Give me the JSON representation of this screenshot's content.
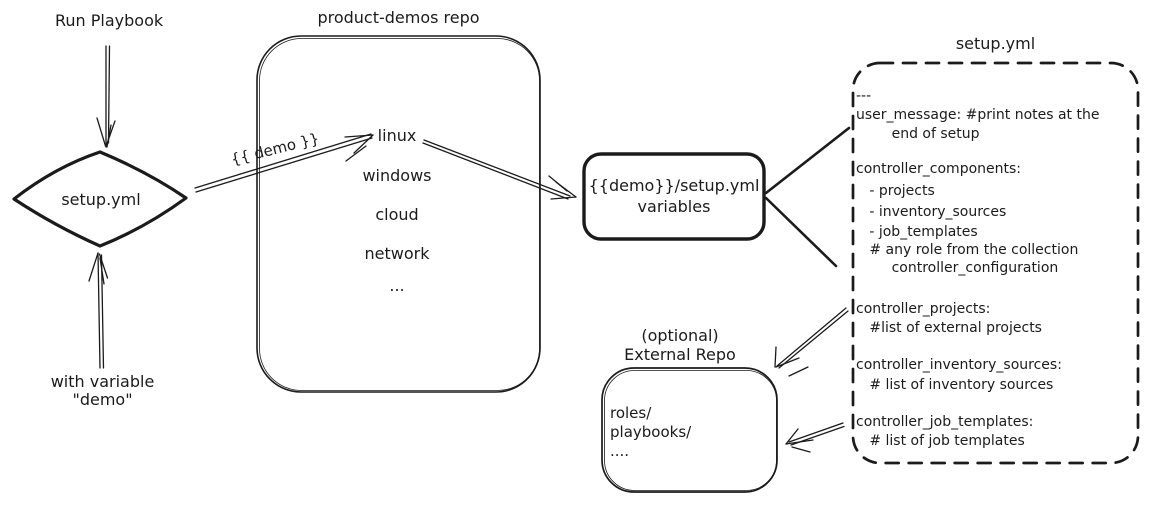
{
  "palette": {
    "ink": "#1b1b1b",
    "bg": "#ffffff"
  },
  "labels": {
    "run_playbook": "Run Playbook",
    "with_variable_line1": "with variable",
    "with_variable_line2": "\"demo\"",
    "demo_arrow": "{{ demo }}"
  },
  "diamond": {
    "label": "setup.yml"
  },
  "repo": {
    "title": "product-demos repo",
    "items": [
      "linux",
      "windows",
      "cloud",
      "network",
      "..."
    ]
  },
  "variables_box": {
    "line1": "{{demo}}/setup.yml",
    "line2": "variables"
  },
  "setup_yml": {
    "title": "setup.yml",
    "lines": [
      "---",
      "user_message: #print notes at the",
      "        end of setup",
      "controller_components:",
      "   - projects",
      "   - inventory_sources",
      "   - job_templates",
      "   # any role from the collection",
      "        controller_configuration",
      "controller_projects:",
      "   #list of external projects",
      "controller_inventory_sources:",
      "   # list of inventory sources",
      "controller_job_templates:",
      "   # list of job templates"
    ]
  },
  "external_repo": {
    "title_line1": "(optional)",
    "title_line2": "External Repo",
    "lines": [
      "roles/",
      "playbooks/",
      "...."
    ]
  }
}
